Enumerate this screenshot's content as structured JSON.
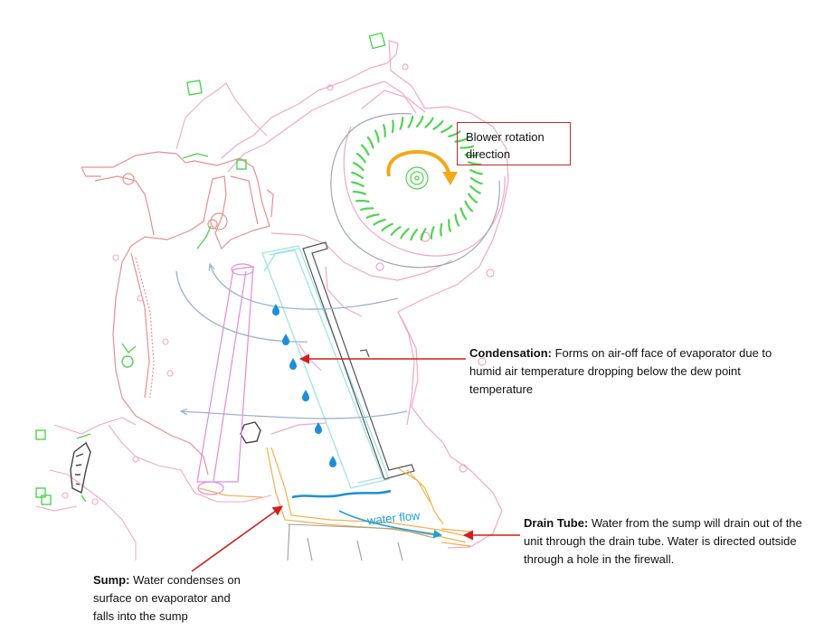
{
  "blower": {
    "label": "Blower rotation direction"
  },
  "condensation": {
    "title": "Condensation:",
    "text": " Forms on air-off face of evaporator due to humid air temperature dropping below the dew point temperature"
  },
  "sump": {
    "title": "Sump:",
    "text": " Water condenses on surface on evaporator and falls into the sump"
  },
  "drain_tube": {
    "title": "Drain Tube:",
    "text": " Water from the sump will drain out of the unit through the drain tube.  Water is directed outside through  a hole in the firewall."
  },
  "water_flow": {
    "label": "water flow"
  },
  "colors": {
    "housing_outline": "#f2a6c8",
    "left_housing": "#e88f8f",
    "evaporator": "#9fe3e6",
    "heater_core": "#e08be0",
    "sump_outline": "#f3b04b",
    "blower_vanes": "#4fd44f",
    "rotation_arrow": "#f2a91a",
    "droplets": "#1e8fd6",
    "airflow": "#9bb3cc",
    "callout_arrow": "#d11f1f",
    "water_flow": "#1e9fd8",
    "door": "#444444"
  }
}
